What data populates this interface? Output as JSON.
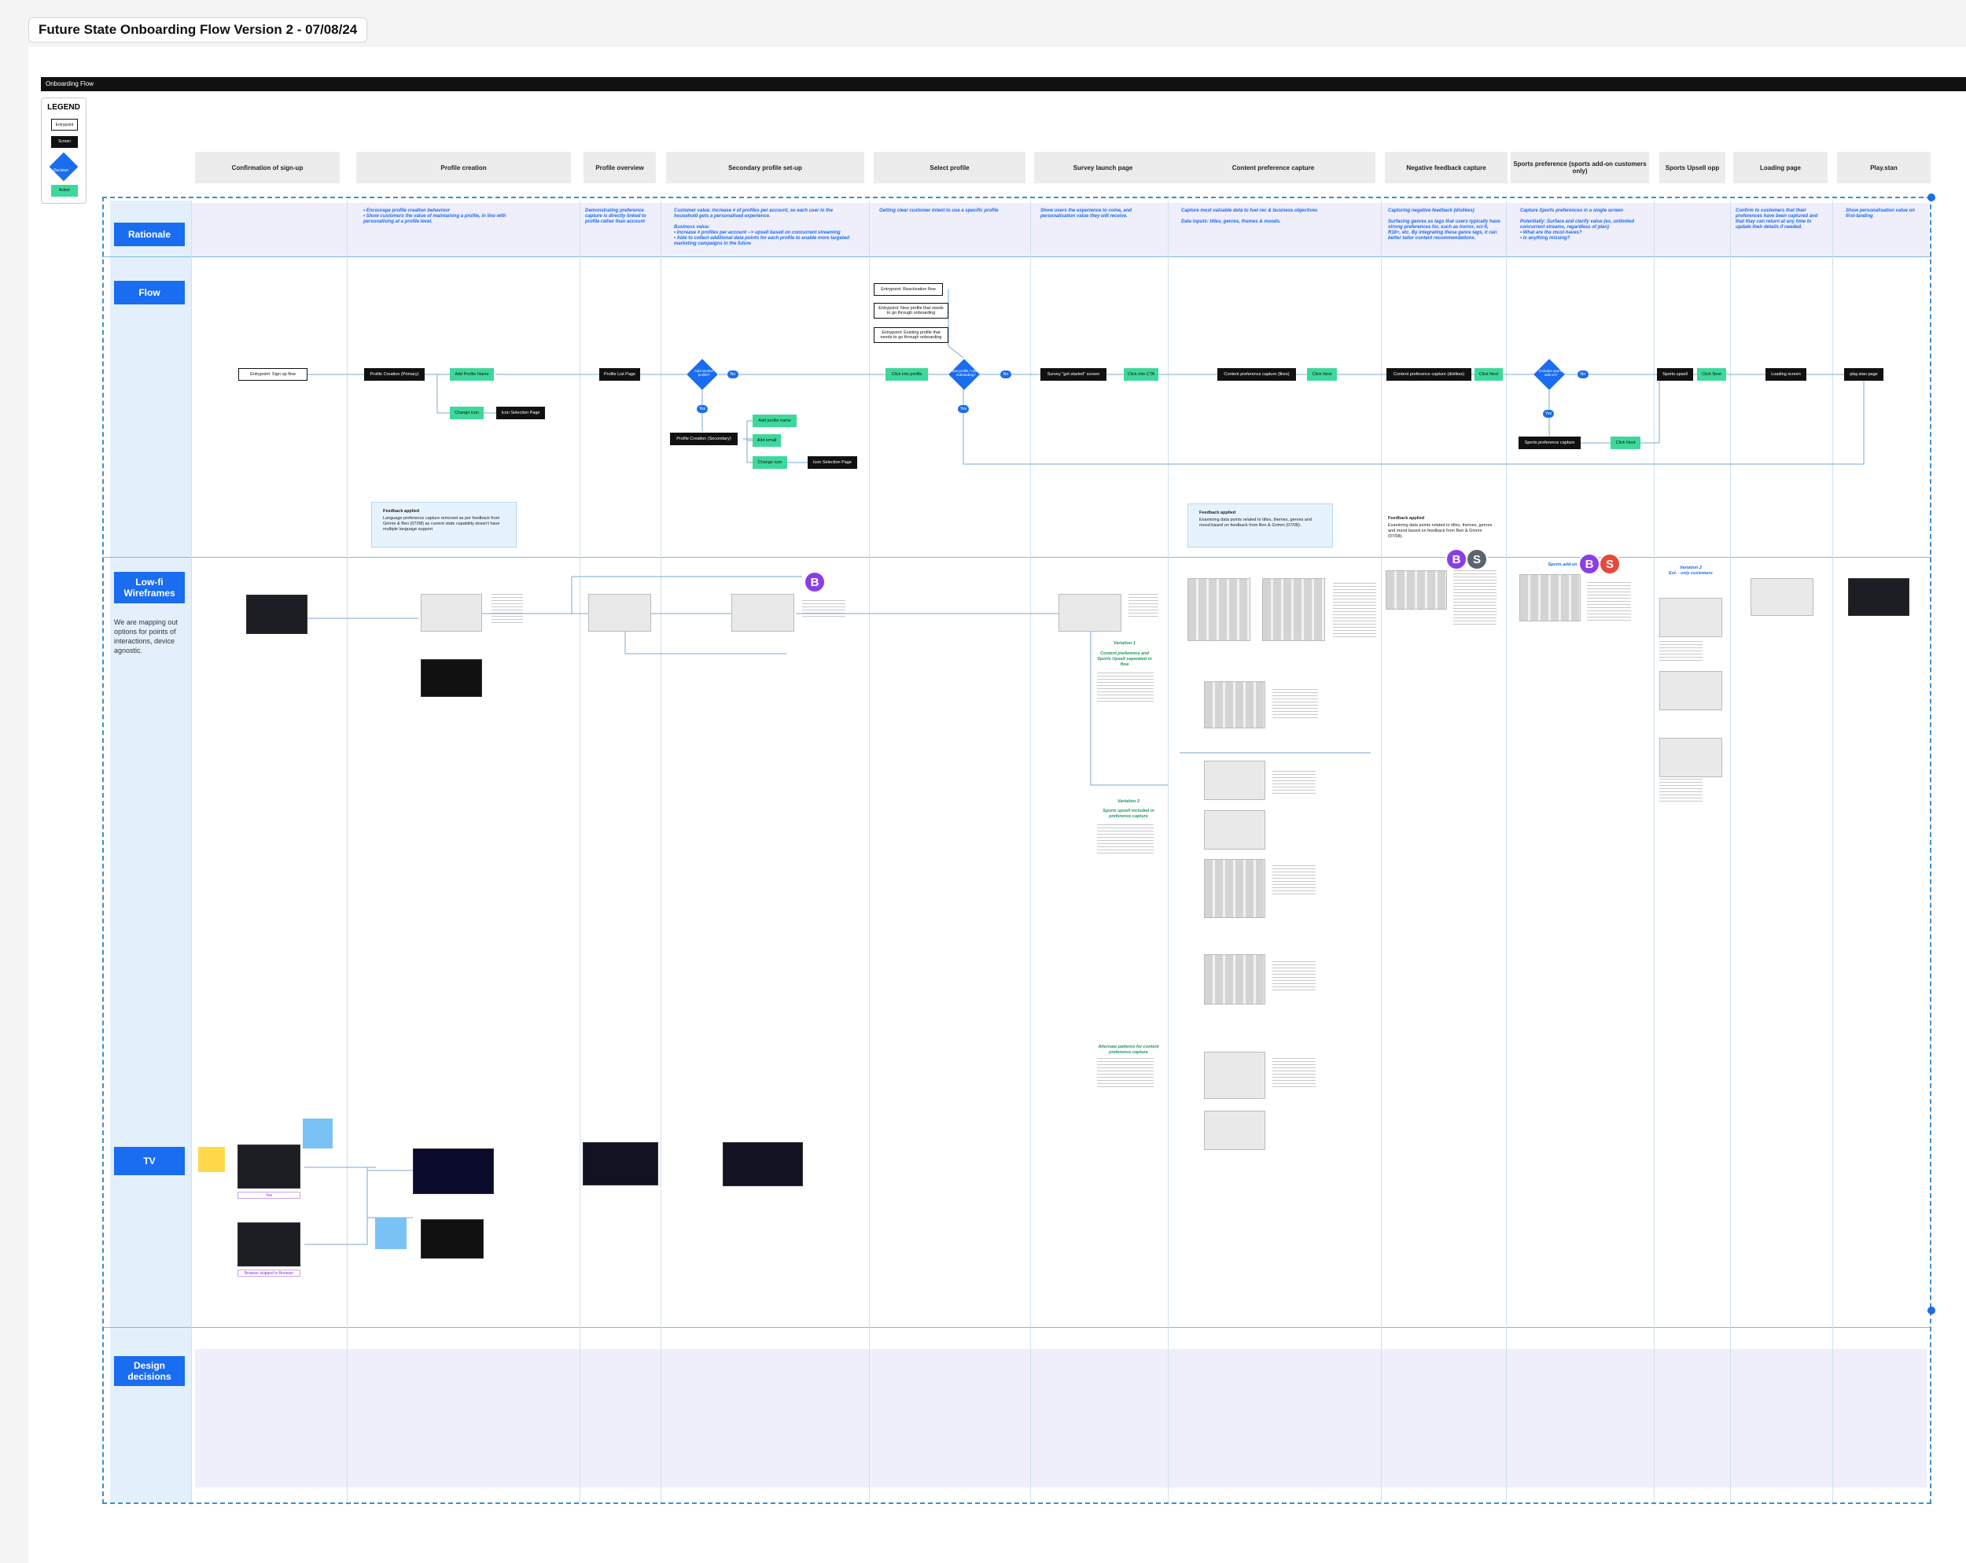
{
  "frame_title": "Future State Onboarding Flow Version 2 - 07/08/24",
  "topbar_label": "Onboarding Flow",
  "legend": {
    "title": "LEGEND",
    "entrypoint": "Entrypoint",
    "screen": "Screen",
    "decision": "Decision",
    "action": "Action"
  },
  "columns": [
    "Confirmation of sign-up",
    "Profile creation",
    "Profile overview",
    "Secondary profile set-up",
    "Select profile",
    "Survey launch page",
    "Content preference capture",
    "Negative feedback capture",
    "Sports preference (sports add-on customers only)",
    "Sports Upsell opp",
    "Loading page",
    "Play.stan"
  ],
  "lanes": {
    "rationale": "Rationale",
    "flow": "Flow",
    "lowfi": "Low-fi Wireframes",
    "lowfi_note": "We are mapping out options for points of interactions, device agnostic.",
    "tv": "TV",
    "design": "Design decisions"
  },
  "rationale": {
    "profile_creation": "• Encourage profile creation behaviour\n• Show customers the value of maintaining a profile, in line with personalising at a profile level.",
    "profile_overview": "Demonstrating preference capture is directly linked to profile rather than account",
    "secondary": "Customer value: Increase # of profiles per account, so each user in the household gets a personalised experience.\n\nBusiness value:\n• Increase # profiles per account --> upsell based on concurrent streaming\n• Able to collect additional data points for each profile to enable more targeted marketing campaigns in the future",
    "select_profile": "Getting clear customer intent to use a specific profile",
    "survey": "Show users the experience to come, and personalisation value they will receive.",
    "content_pref": "Capture most valuable data to fuel rec & business objectives\n\nData inputs: titles, genres, themes & moods.",
    "negative": "Capturing negative feedback (dislikes)\n\nSurfacing genres as tags that users typically have strong preferences for, such as horror, sci-fi, R18+, etc. By integrating these genre tags, it can better tailor content recommendations.",
    "sports": "Capture Sports preferences in a single screen\n\nPotentially: Surface and clarify value (ex, unlimited concurrent streams, regardless of plan)\n• What are the must-haves?\n• Is anything missing?",
    "loading": "Confirm to customers that their preferences have been captured and that they can return at any time to update their details if needed.",
    "playstan": "Show personalisation value on first-landing"
  },
  "flow": {
    "entry_signup": "Entrypoint: Sign up flow",
    "profile_primary": "Profile Creation (Primary)",
    "add_profile_name": "Add Profile Name",
    "change_icon": "Change icon",
    "icon_selection": "Icon Selection Page",
    "profile_list": "Profile List Page",
    "add_another": "Add another profile?",
    "no": "No",
    "yes": "Yes",
    "profile_secondary": "Profile Creation (Secondary)",
    "add_profile_name2": "Add profile name",
    "add_email": "Add email",
    "change_icon2": "Change icon",
    "icon_selection2": "Icon Selection Page",
    "entry_reactivation": "Entrypoint: Reactivation flow",
    "entry_new": "Entrypoint: New profile that needs to go through onboarding",
    "entry_existing": "Entrypoint: Existing profile that needs to go through onboarding",
    "click_into_profile": "Click into profile",
    "new_profile_decision": "New profile / needs onboarding?",
    "survey_screen": "Survey \"get started\" screen",
    "click_cta": "Click into CTA",
    "content_likes": "Content preference capture (likes)",
    "click_next1": "Click Next",
    "content_dislikes": "Content preference capture (dislikes)",
    "click_next2": "Click Next",
    "sports_decision": "Includes sports add-on?",
    "sports_capture": "Sports preference capture",
    "click_next3": "Click Next",
    "sports_upsell": "Sports upsell",
    "click_next4": "Click Next",
    "loading_screen": "Loading screen",
    "playstan_page": "play.stan page"
  },
  "feedback": {
    "title": "Feedback applied",
    "profile": "Language preference capture removed as per feedback from Grimm & Ben (07/08) as current state capability doesn't have multiple language support",
    "content": "Examining data points related to titles, themes, genres and mood based on feedback from Ben & Grimm (07/08).",
    "negative": "Examining data points related to titles, themes, genres and mood based on feedback from Ben & Grimm (07/08)."
  },
  "variations": {
    "v1_title": "Variation 1",
    "v1_sub": "Content preference and Sports Upsell seperated in flow",
    "v2_title": "Variation 2",
    "v2_sub": "Sports upsell included in preference capture",
    "alt": "Alternate patterns for content preference capture",
    "sports_label": "Sports add-on",
    "upsell_var": "Variation 2\nExt. - only customers"
  },
  "tv": {
    "pink_label_1": "Yes",
    "pink_label_2": "Browser skipped to Browser"
  },
  "avatars": [
    "B",
    "B",
    "S",
    "B",
    "S"
  ],
  "colors": {
    "accent": "#1a6cf0",
    "action": "#3ed89b",
    "screen": "#111111",
    "lane": "#e3f0fb",
    "band": "#efeefb",
    "avatar_b": "#8a3ee6",
    "avatar_s_grey": "#5c6470",
    "avatar_s_red": "#e5493a"
  }
}
